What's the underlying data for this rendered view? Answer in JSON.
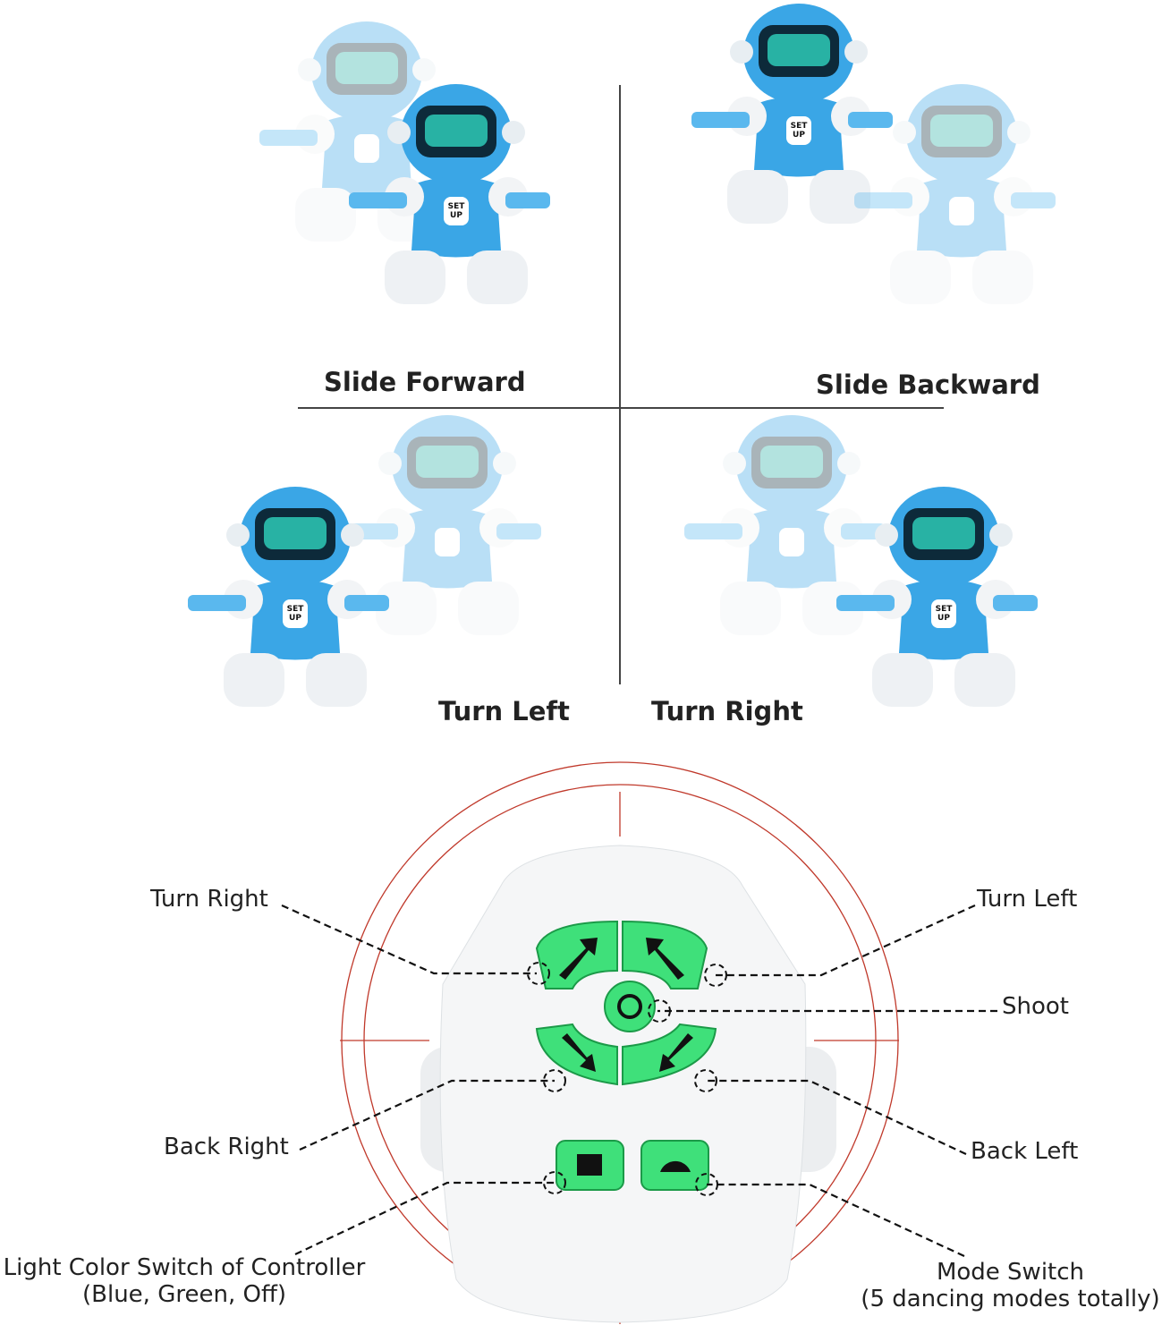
{
  "moves": {
    "slide_forward": "Slide Forward",
    "slide_backward": "Slide Backward",
    "turn_left": "Turn Left",
    "turn_right": "Turn Right"
  },
  "robot_badge": "SET UP",
  "controller": {
    "turn_right": "Turn Right",
    "turn_left": "Turn Left",
    "shoot": "Shoot",
    "back_right": "Back Right",
    "back_left": "Back Left",
    "light_switch": "Light Color Switch of Controller",
    "light_switch_options": "(Blue, Green, Off)",
    "mode_switch": "Mode Switch",
    "mode_switch_note": "(5 dancing modes totally)"
  },
  "colors": {
    "robot_blue": "#3aa6e6",
    "button_green": "#3fe07a",
    "target_red": "#c0392b"
  }
}
